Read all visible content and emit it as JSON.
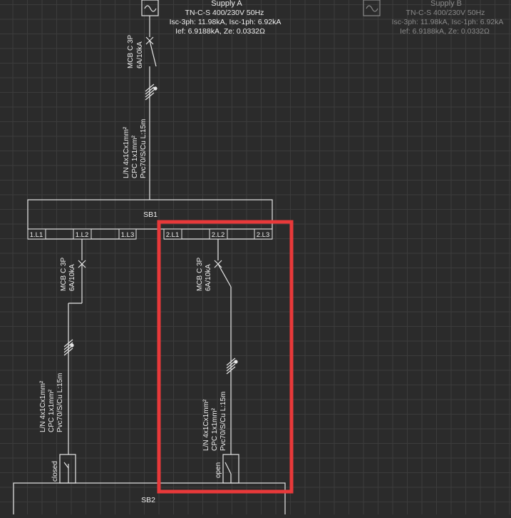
{
  "supply_a": {
    "title": "Supply A",
    "line1": "TN-C-S 400/230V 50Hz",
    "line2": "Isc-3ph: 11.98kA, Isc-1ph: 6.92kA",
    "line3": "Ief: 6.9188kA, Ze: 0.0332Ω"
  },
  "supply_b": {
    "title": "Supply B",
    "line1": "TN-C-S 400/230V 50Hz",
    "line2": "Isc-3ph: 11.98kA, Isc-1ph: 6.92kA",
    "line3": "Ief: 6.9188kA, Ze: 0.0332Ω"
  },
  "breaker_main": {
    "type": "MCB C 3P",
    "rating": "6A/10kA"
  },
  "cable_main": {
    "line1": "L/N 4x1Cx1mm²",
    "line2": "CPC 1x1mm²",
    "line3": "Pvc70/S/Cu L:15m"
  },
  "sb1": {
    "title": "SB1",
    "terminals": [
      "1.L1",
      "1.L2",
      "1.L3",
      "2.L1",
      "2.L2",
      "2.L3"
    ]
  },
  "breaker_left": {
    "type": "MCB C 3P",
    "rating": "6A/10kA"
  },
  "breaker_right": {
    "type": "MCB C 3P",
    "rating": "6A/10kA"
  },
  "cable_left": {
    "line1": "L/N 4x1Cx1mm²",
    "line2": "CPC 1x1mm²",
    "line3": "Pvc70/S/Cu L:15m"
  },
  "cable_right": {
    "line1": "L/N 4x1Cx1mm²",
    "line2": "CPC 1x1mm²",
    "line3": "Pvc70/S/Cu L:15m"
  },
  "switch_left": {
    "state": "closed"
  },
  "switch_right": {
    "state": "open"
  },
  "sb2": {
    "title": "SB2"
  },
  "colors": {
    "background": "#2b2b2b",
    "grid": "#3c3c3c",
    "line": "#e6e6e6",
    "text": "#f0f0f0",
    "faded_text": "#8a8a8a",
    "highlight": "#e8393a"
  }
}
